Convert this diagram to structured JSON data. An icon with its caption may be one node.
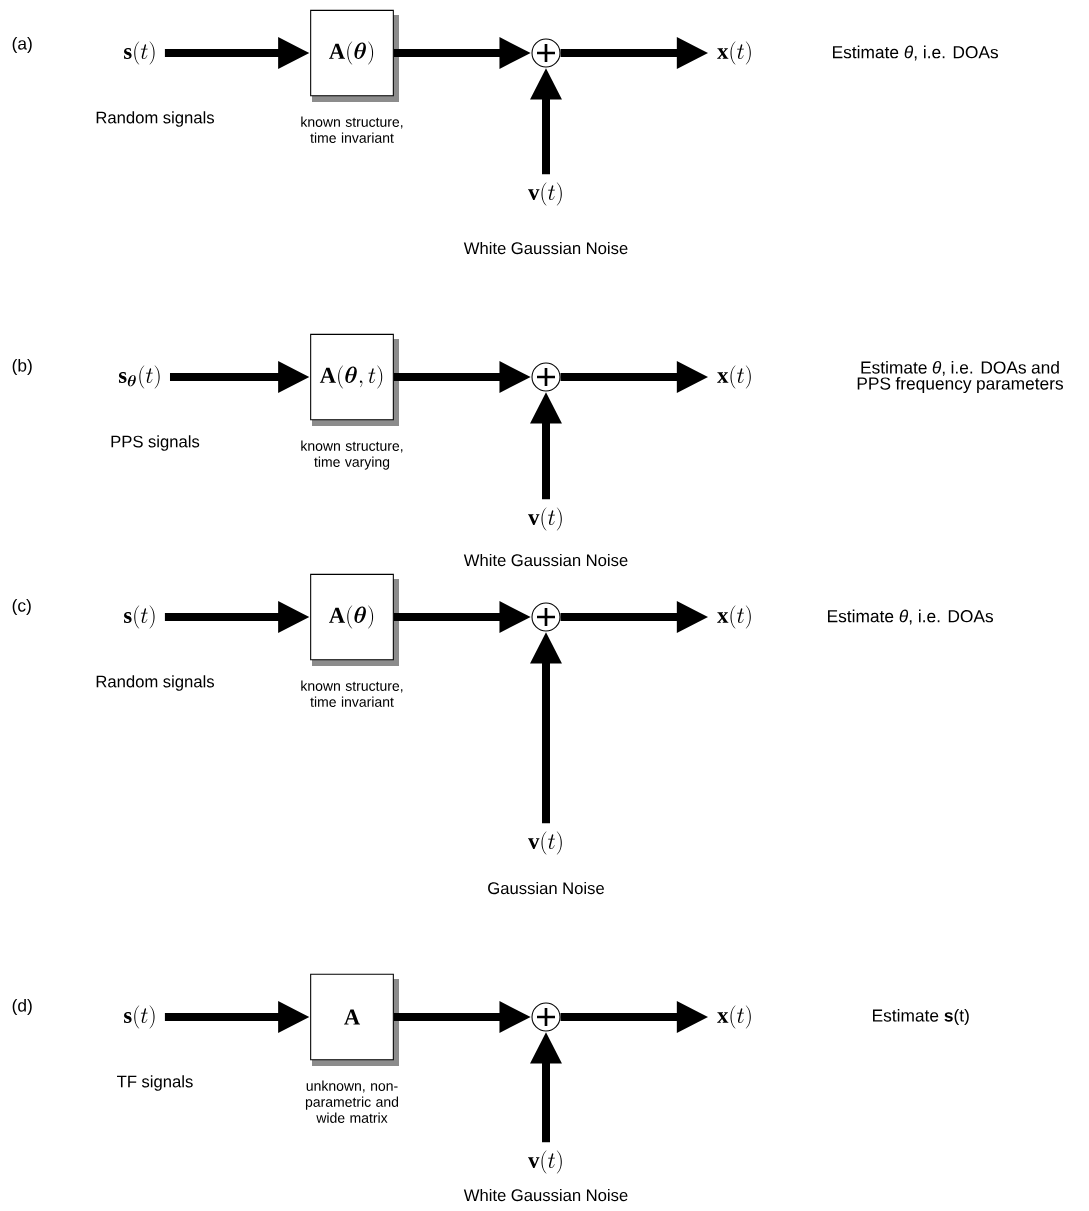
{
  "diagram": {
    "nodes": [
      {
        "text": [
          "\\mathbf{s}(t)"
        ],
        "beside": [
          "Random signals"
        ]
      },
      {
        "text": [
          "\\mathbf{A}(\\boldsymbol{\\theta})"
        ],
        "beside": [
          "known structure, time invariant"
        ]
      },
      {
        "text": [],
        "shape": "circle"
      },
      {
        "text": [
          "\\mathbf{x}(t)"
        ]
      },
      {
        "text": [
          "\\mathbf{v}(t)"
        ],
        "beside": [
          "White Gaussian Noise"
        ]
      },
      {
        "text": [
          "\\mathbf{s}_{\\boldsymbol{\\theta}}(t)"
        ],
        "beside": [
          "PPS signals"
        ]
      },
      {
        "text": [
          "\\mathbf{A}(\\boldsymbol{\\theta},t)"
        ],
        "beside": [
          "known structure, time varying"
        ]
      },
      {
        "text": [],
        "shape": "circle"
      },
      {
        "text": [
          "\\mathbf{x}(t)"
        ]
      },
      {
        "text": [
          "\\mathbf{v}(t)"
        ],
        "beside": [
          "White Gaussian Noise"
        ]
      },
      {
        "text": [
          "\\mathbf{s}(t)"
        ],
        "beside": [
          "Random signals"
        ]
      },
      {
        "text": [
          "\\mathbf{A}(\\boldsymbol{\\theta})"
        ],
        "beside": [
          "known structure, time invariant"
        ]
      },
      {
        "text": [],
        "shape": "circle"
      },
      {
        "text": [
          "\\mathbf{x}(t)"
        ]
      },
      {
        "text": [
          "\\mathbf{v}(t)"
        ],
        "beside": [
          "Gaussian Noise"
        ]
      },
      {
        "text": [
          "\\mathbf{s}(t)"
        ],
        "beside": [
          "TF signals"
        ]
      },
      {
        "text": [
          "\\mathbf{A}"
        ],
        "beside": [
          "unknown, non-parametric and wide matrix"
        ]
      },
      {
        "text": [],
        "shape": "circle"
      },
      {
        "text": [
          "\\mathbf{x}(t)"
        ]
      },
      {
        "text": [
          "\\mathbf{v}(t)"
        ],
        "beside": [
          "White Gaussian Noise"
        ]
      }
    ],
    "edges": [
      {
        "from": 0,
        "to": 1,
        "arrow": "to"
      },
      {
        "from": 1,
        "to": 2,
        "arrow": "to"
      },
      {
        "from": 2,
        "to": 3,
        "arrow": "to"
      },
      {
        "from": 4,
        "to": 2,
        "arrow": "to"
      },
      {
        "from": 5,
        "to": 6,
        "arrow": "to"
      },
      {
        "from": 6,
        "to": 7,
        "arrow": "to"
      },
      {
        "from": 7,
        "to": 8,
        "arrow": "to"
      },
      {
        "from": 9,
        "to": 7,
        "arrow": "to"
      },
      {
        "from": 10,
        "to": 11,
        "arrow": "to"
      },
      {
        "from": 11,
        "to": 12,
        "arrow": "to"
      },
      {
        "from": 12,
        "to": 13,
        "arrow": "to"
      },
      {
        "from": 14,
        "to": 12,
        "arrow": "to"
      },
      {
        "from": 15,
        "to": 16,
        "arrow": "to"
      },
      {
        "from": 16,
        "to": 17,
        "arrow": "to"
      },
      {
        "from": 17,
        "to": 18,
        "arrow": "to"
      },
      {
        "from": 19,
        "to": 17,
        "arrow": "to"
      }
    ],
    "labels": [
      "(a)",
      "Estimate *θ*, i.e. DOAs",
      "(b)",
      "Estimate *θ*, i.e. DOAs and PPS frequency parameters",
      "(c)",
      "Estimate *θ*, i.e. DOAs",
      "(d)",
      "Estimate **s**(t)"
    ]
  }
}
